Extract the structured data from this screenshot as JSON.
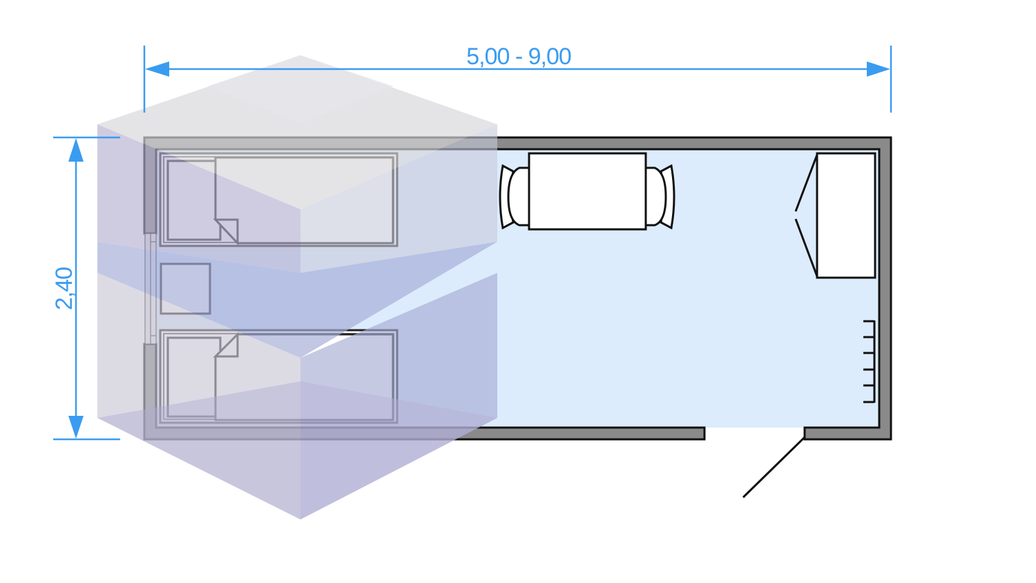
{
  "diagram": {
    "type": "floor-plan",
    "title": "Modular container room layout"
  },
  "dimensions": {
    "length_label": "5,00 - 9,00",
    "width_label": "2,40",
    "length_min_m": 5.0,
    "length_max_m": 9.0,
    "width_m": 2.4
  },
  "rooms": [
    {
      "id": "main-room",
      "furniture": [
        {
          "id": "bed-1",
          "kind": "single bed with pillow and folded blanket"
        },
        {
          "id": "nightstand",
          "kind": "nightstand"
        },
        {
          "id": "bed-2",
          "kind": "single bed with pillow and folded blanket"
        },
        {
          "id": "dining-table",
          "kind": "table with two chairs"
        },
        {
          "id": "wardrobe",
          "kind": "wardrobe with hinged doors"
        },
        {
          "id": "coat-rack",
          "kind": "wall hooks",
          "hook_count": 6
        }
      ],
      "openings": [
        {
          "id": "window-left",
          "kind": "window"
        },
        {
          "id": "entry-door",
          "kind": "swing door"
        }
      ]
    }
  ],
  "overlay": {
    "kind": "isometric stacked cubes",
    "module_count": 2
  },
  "colors": {
    "dimension": "#3a9cf0",
    "wall_fill": "#8a8a8a",
    "wall_stroke": "#111111",
    "floor": "#dcecfd",
    "cube_light": "#e2e2e6",
    "cube_lavender": "#b6b2d3",
    "cube_blue": "#a9b2da"
  }
}
